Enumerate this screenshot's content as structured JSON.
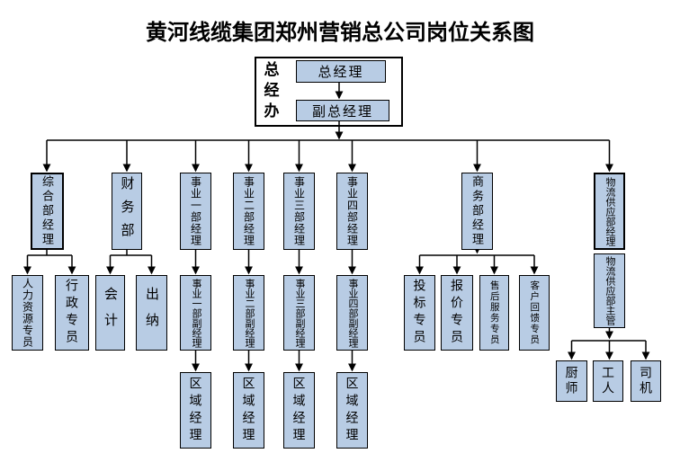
{
  "title": "黄河线缆集团郑州营销总公司岗位关系图",
  "colors": {
    "node_fill": "#b8cce4",
    "node_border": "#000000",
    "line": "#000000",
    "background": "#ffffff"
  },
  "executive_office": {
    "label": "总经办",
    "general_manager": "总经理",
    "deputy_general_manager": "副总经理"
  },
  "level1": {
    "comprehensive_dept_manager": "综合部经理",
    "finance_dept": "财务部",
    "business_unit1_manager": "事业一部经理",
    "business_unit2_manager": "事业二部经理",
    "business_unit3_manager": "事业三部经理",
    "business_unit4_manager": "事业四部经理",
    "commerce_dept_manager": "商务部经理",
    "logistics_supply_dept_manager": "物流供应部经理"
  },
  "level2": {
    "hr_specialist": "人力资源专员",
    "admin_specialist": "行政专员",
    "accountant": "会计",
    "cashier": "出纳",
    "business_unit1_deputy_manager": "事业一部副经理",
    "business_unit2_deputy_manager": "事业二部副经理",
    "business_unit3_deputy_manager": "事业三部副经理",
    "business_unit4_deputy_manager": "事业四部副经理",
    "bidding_specialist": "投标专员",
    "quotation_specialist": "报价专员",
    "after_sales_service_specialist": "售后服务专员",
    "customer_feedback_specialist": "客户回馈专员",
    "logistics_supply_supervisor": "物流供应部主管"
  },
  "level3": {
    "regional_manager_1": "区域经理",
    "regional_manager_2": "区域经理",
    "regional_manager_3": "区域经理",
    "regional_manager_4": "区域经理",
    "cook": "厨师",
    "worker": "工人",
    "driver": "司机"
  }
}
